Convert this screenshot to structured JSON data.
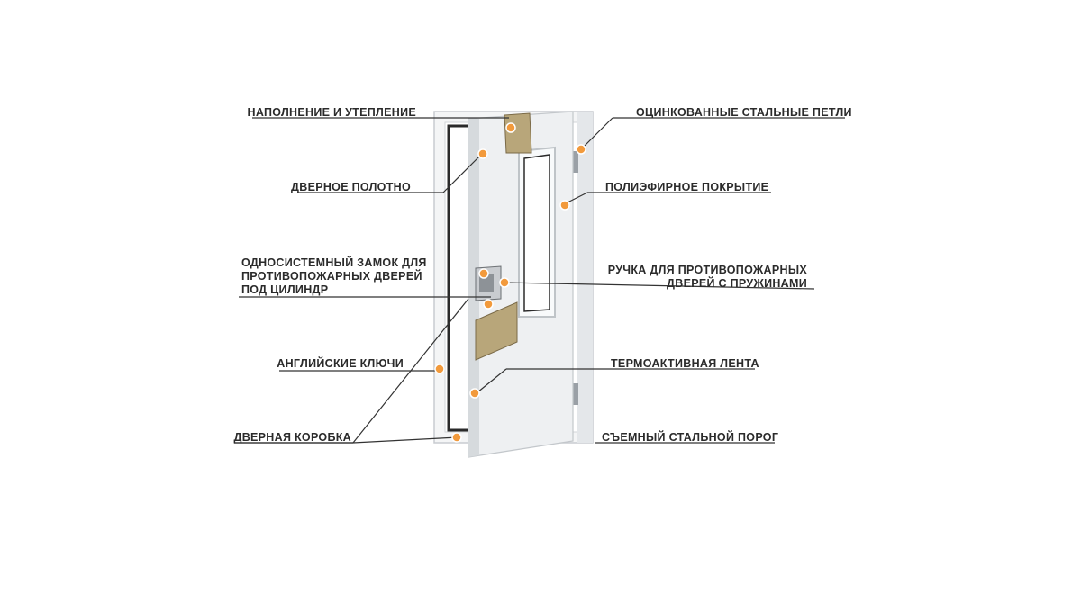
{
  "labels": {
    "filling": "НАПОЛНЕНИЕ И УТЕПЛЕНИЕ",
    "door_leaf": "ДВЕРНОЕ ПОЛОТНО",
    "lock": "ОДНОСИСТЕМНЫЙ ЗАМОК ДЛЯ\nПРОТИВОПОЖАРНЫХ ДВЕРЕЙ\nПОД ЦИЛИНДР",
    "keys": "АНГЛИЙСКИЕ КЛЮЧИ",
    "frame": "ДВЕРНАЯ КОРОБКА",
    "hinges": "ОЦИНКОВАННЫЕ СТАЛЬНЫЕ ПЕТЛИ",
    "coating": "ПОЛИЭФИРНОЕ ПОКРЫТИЕ",
    "handle": "РУЧКА ДЛЯ ПРОТИВОПОЖАРНЫХ\nДВЕРЕЙ С ПРУЖИНАМИ",
    "tape": "ТЕРМОАКТИВНАЯ ЛЕНТА",
    "threshold": "СЪЕМНЫЙ СТАЛЬНОЙ ПОРОГ"
  },
  "colors": {
    "marker": "#f29a3c",
    "line": "#333333",
    "door": "#eef0f2",
    "door_shade": "#d6dadd",
    "insulation": "#b8a67a",
    "glass": "#f8fafb"
  }
}
